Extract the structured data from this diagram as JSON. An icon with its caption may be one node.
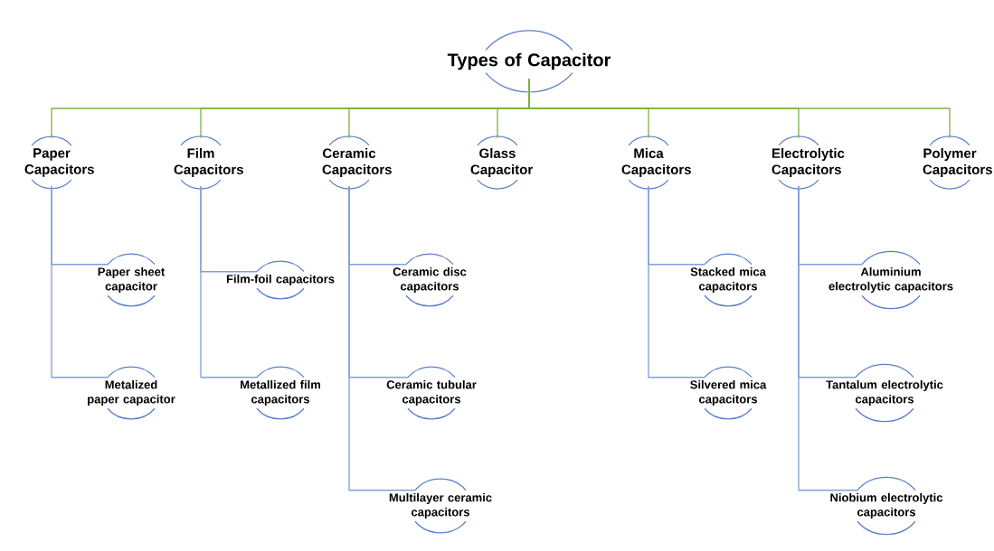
{
  "diagram": {
    "nodes": [
      {
        "text": [
          "Types of Capacitor"
        ]
      },
      {
        "text": [
          "Paper Capacitors"
        ]
      },
      {
        "text": [
          "Film Capacitors"
        ]
      },
      {
        "text": [
          "Ceramic Capacitors"
        ]
      },
      {
        "text": [
          "Glass Capacitor"
        ]
      },
      {
        "text": [
          "Mica Capacitors"
        ]
      },
      {
        "text": [
          "Electrolytic Capacitors"
        ]
      },
      {
        "text": [
          "Polymer Capacitors"
        ]
      },
      {
        "text": [
          "Paper sheet capacitor"
        ]
      },
      {
        "text": [
          "Metalized paper capacitor"
        ]
      },
      {
        "text": [
          "Film-foil capacitors"
        ]
      },
      {
        "text": [
          "Metallized film capacitors"
        ]
      },
      {
        "text": [
          "Ceramic disc capacitors"
        ]
      },
      {
        "text": [
          "Ceramic tubular capacitors"
        ]
      },
      {
        "text": [
          "Multilayer ceramic capacitors"
        ]
      },
      {
        "text": [
          "Stacked mica capacitors"
        ]
      },
      {
        "text": [
          "Silvered mica capacitors"
        ]
      },
      {
        "text": [
          "Aluminium electrolytic capacitors"
        ]
      },
      {
        "text": [
          "Tantalum electrolytic capacitors"
        ]
      },
      {
        "text": [
          "Niobium electrolytic capacitors"
        ]
      }
    ],
    "edges": [
      {
        "from": 0,
        "to": 1,
        "arrow": "none",
        "color": "#7cb342"
      },
      {
        "from": 0,
        "to": 2,
        "arrow": "none",
        "color": "#7cb342"
      },
      {
        "from": 0,
        "to": 3,
        "arrow": "none",
        "color": "#7cb342"
      },
      {
        "from": 0,
        "to": 4,
        "arrow": "none",
        "color": "#7cb342"
      },
      {
        "from": 0,
        "to": 5,
        "arrow": "none",
        "color": "#7cb342"
      },
      {
        "from": 0,
        "to": 6,
        "arrow": "none",
        "color": "#7cb342"
      },
      {
        "from": 0,
        "to": 7,
        "arrow": "none",
        "color": "#7cb342"
      },
      {
        "from": 1,
        "to": 8,
        "arrow": "none"
      },
      {
        "from": 1,
        "to": 9,
        "arrow": "none"
      },
      {
        "from": 2,
        "to": 10,
        "arrow": "none"
      },
      {
        "from": 2,
        "to": 11,
        "arrow": "none"
      },
      {
        "from": 3,
        "to": 12,
        "arrow": "none"
      },
      {
        "from": 3,
        "to": 13,
        "arrow": "none"
      },
      {
        "from": 3,
        "to": 14,
        "arrow": "none"
      },
      {
        "from": 5,
        "to": 15,
        "arrow": "none"
      },
      {
        "from": 5,
        "to": 16,
        "arrow": "none"
      },
      {
        "from": 6,
        "to": 17,
        "arrow": "none"
      },
      {
        "from": 6,
        "to": 18,
        "arrow": "none"
      },
      {
        "from": 6,
        "to": 19,
        "arrow": "none"
      }
    ]
  }
}
